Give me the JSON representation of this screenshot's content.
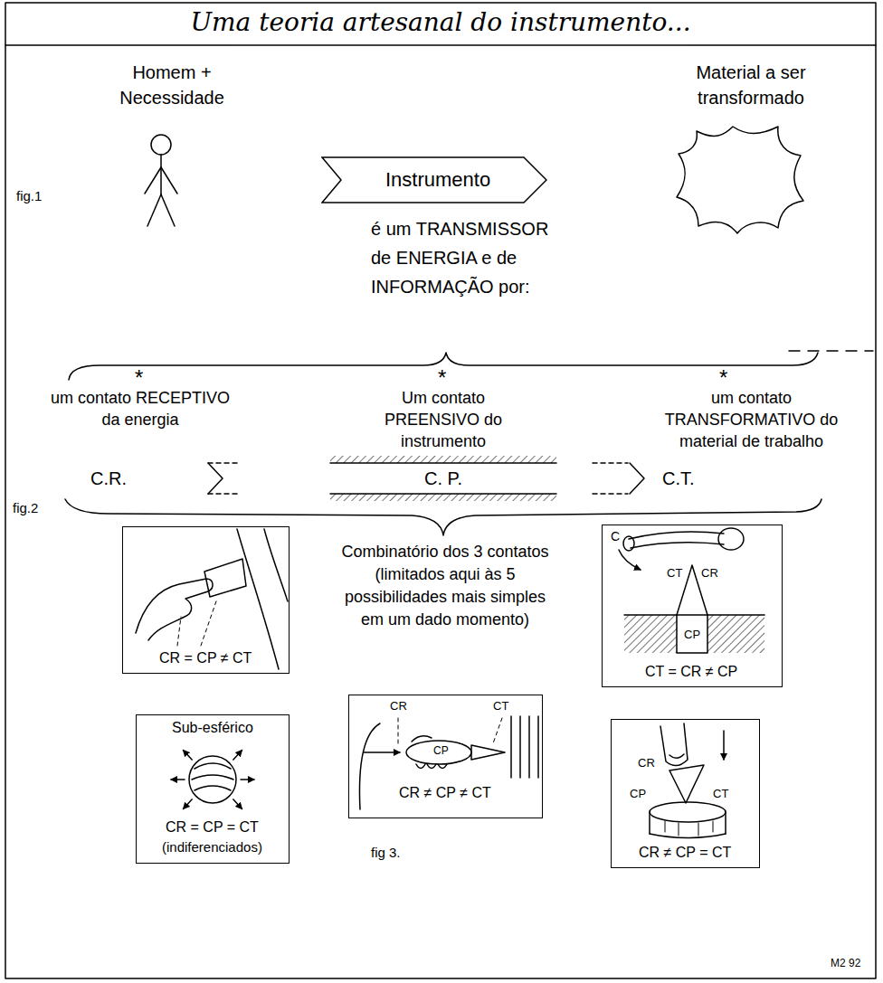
{
  "diagram": {
    "title": "Uma teoria artesanal do instrumento...",
    "nodes": [
      {
        "text": [
          "Instrumento"
        ]
      },
      {
        "text": [
          "CR = CP ≠ CT"
        ]
      },
      {
        "text": [
          "C",
          "CT",
          "CR",
          "CP",
          "CT = CR ≠ CP"
        ]
      },
      {
        "text": [
          "Sub-esférico",
          "CR = CP = CT",
          "(indiferenciados)"
        ]
      },
      {
        "text": [
          "CR",
          "CT",
          "CP",
          "CR ≠ CP ≠ CT"
        ]
      },
      {
        "text": [
          "CR",
          "CP",
          "CT",
          "CR ≠ CP = CT"
        ]
      }
    ],
    "labels": [
      "Homem + Necessidade",
      "Material a ser transformado",
      "fig.1",
      "é um TRANSMISSOR de ENERGIA e de INFORMAÇÃO por:",
      "*",
      "*",
      "*",
      "um contato RECEPTIVO da energia",
      "Um contato PREENSIVO do instrumento",
      "um contato TRANSFORMATIVO do material de trabalho",
      "C.R.",
      "C. P.",
      "C.T.",
      "fig.2",
      "Combinatório dos 3 contatos (limitados aqui às 5 possibilidades mais simples em um dado momento)",
      "fig 3.",
      "M2 92"
    ]
  }
}
